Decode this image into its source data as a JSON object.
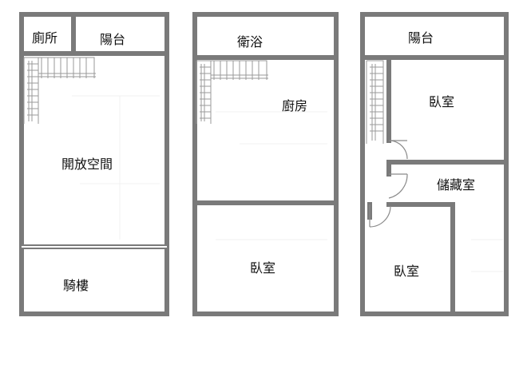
{
  "floors": [
    {
      "rooms": [
        {
          "label": "廁所"
        },
        {
          "label": "陽台"
        },
        {
          "label": "開放空間"
        },
        {
          "label": "騎樓"
        }
      ]
    },
    {
      "rooms": [
        {
          "label": "衛浴"
        },
        {
          "label": "廚房"
        },
        {
          "label": "臥室"
        }
      ]
    },
    {
      "rooms": [
        {
          "label": "陽台"
        },
        {
          "label": "臥室"
        },
        {
          "label": "儲藏室"
        },
        {
          "label": "臥室"
        }
      ]
    }
  ],
  "colors": {
    "wall": "#7a7a7a",
    "label": "#111111",
    "background": "#ffffff"
  }
}
